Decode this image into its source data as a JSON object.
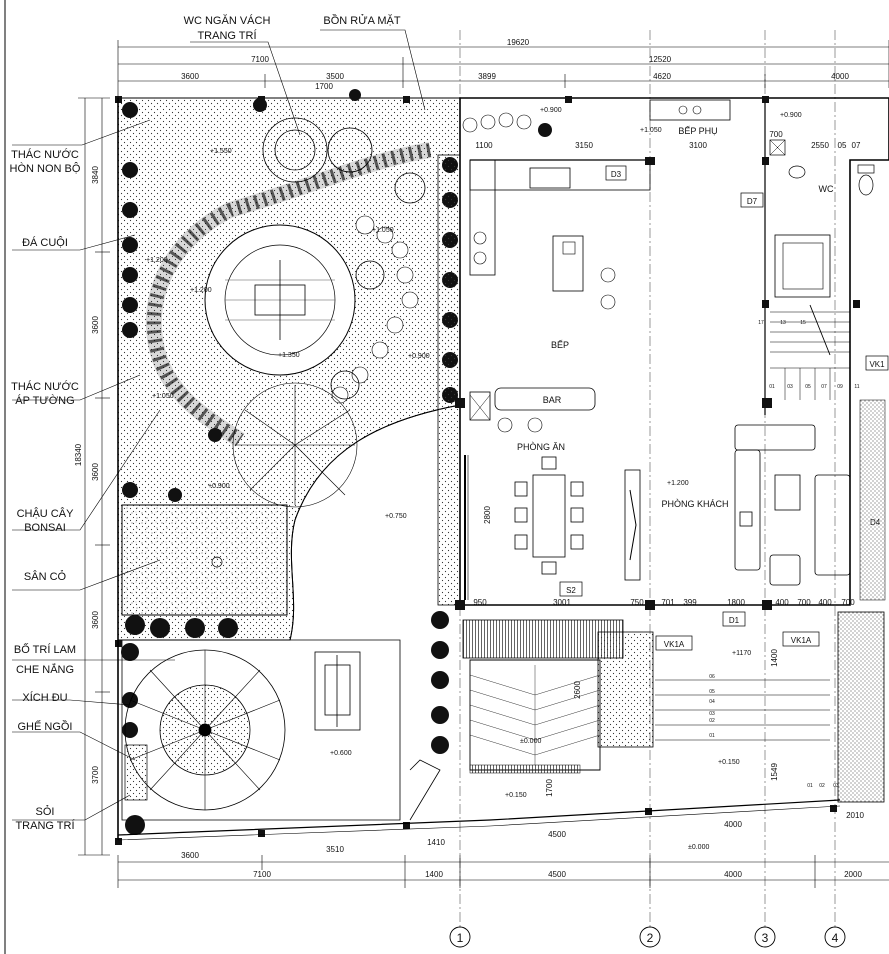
{
  "labels": {
    "left": [
      {
        "lines": [
          "THÁC NƯỚC",
          "HÒN NON BỘ"
        ]
      },
      {
        "lines": [
          "ĐÁ CUỘI"
        ]
      },
      {
        "lines": [
          "THÁC NƯỚC",
          "ÁP TƯỜNG"
        ]
      },
      {
        "lines": [
          "CHẬU CÂY",
          "BONSAI"
        ]
      },
      {
        "lines": [
          "SÂN CỎ"
        ]
      },
      {
        "lines": [
          "BỐ TRÍ LAM",
          "CHE NẮNG"
        ]
      },
      {
        "lines": [
          "XÍCH ĐU"
        ]
      },
      {
        "lines": [
          "GHẾ NGỒI"
        ]
      },
      {
        "lines": [
          "SỎI",
          "TRANG TRÍ"
        ]
      }
    ],
    "top": [
      {
        "lines": [
          "WC NGĂN VÁCH",
          "TRANG TRÍ"
        ]
      },
      {
        "lines": [
          "BỒN RỬA MẶT"
        ]
      }
    ]
  },
  "rooms": [
    "BẾP PHỤ",
    "WC",
    "BẾP",
    "BAR",
    "PHÒNG ĂN",
    "PHÒNG KHÁCH"
  ],
  "dims": {
    "top_total": "19620",
    "top_mid": [
      "7100",
      "12520"
    ],
    "top_row": [
      "3600",
      "3500",
      "3899",
      "4620",
      "4000"
    ],
    "left_rows": [
      "3840",
      "3600",
      "3600",
      "3600",
      "3700"
    ],
    "left_total": "18340",
    "bottom_row1": [
      "3600",
      "3510",
      "1410",
      "4500",
      "4000",
      "2010"
    ],
    "bottom_row2": [
      "7100",
      "1400",
      "4500",
      "4000",
      "2000"
    ],
    "interior": [
      "1700",
      "1100",
      "3150",
      "3100",
      "700",
      "2550",
      "05",
      "07",
      "2800",
      "950",
      "3001",
      "750",
      "701",
      "399",
      "1800",
      "400",
      "700",
      "400",
      "700",
      "1400",
      "2600",
      "1700",
      "1549"
    ]
  },
  "levels": [
    "+0.900",
    "+1.050",
    "+0.900",
    "+1.550",
    "+1.200",
    "+1.350",
    "+1.050",
    "+0.900",
    "+1.050",
    "+1.200",
    "+0.900",
    "+0.750",
    "+1.200",
    "+1170",
    "±0.000",
    "+0.600",
    "+0.150",
    "+0.150",
    "±0.000"
  ],
  "tags": [
    "D3",
    "D7",
    "S2",
    "D1",
    "VK1A",
    "VK1A",
    "VK1",
    "D4"
  ],
  "stair_numbers": [
    "17",
    "13",
    "15",
    "01",
    "03",
    "05",
    "07",
    "09",
    "11"
  ],
  "step_numbers": [
    "06",
    "05",
    "04",
    "03",
    "02",
    "01",
    "01",
    "02",
    "03"
  ],
  "axes": [
    "1",
    "2",
    "3",
    "4"
  ]
}
